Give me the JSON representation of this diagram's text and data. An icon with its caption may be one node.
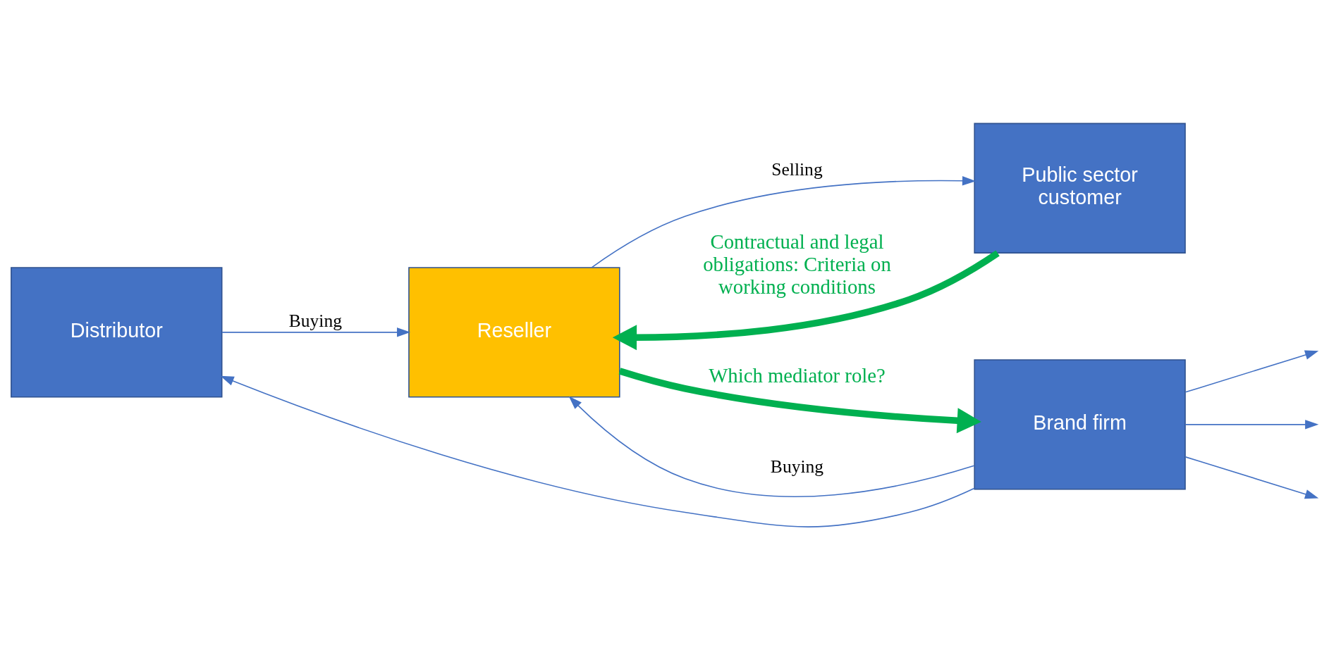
{
  "diagram": {
    "nodes": [
      {
        "text": [
          "Distributor"
        ]
      },
      {
        "text": [
          "Reseller"
        ]
      },
      {
        "text": [
          "Public sector customer"
        ]
      },
      {
        "text": [
          "Brand firm"
        ]
      }
    ],
    "edges": [
      {
        "from": 0,
        "to": 1,
        "arrow": "to",
        "label": "Buying"
      },
      {
        "from": 3,
        "to": 1,
        "arrow": "to",
        "label": "Buying"
      },
      {
        "from": 1,
        "to": 2,
        "arrow": "to",
        "label": "Selling"
      },
      {
        "from": 3,
        "to": 0,
        "arrow": "to"
      },
      {
        "from": 1,
        "to": 3,
        "arrow": "to",
        "label": "Which mediator role?",
        "style": "thick",
        "color": "#00b050"
      },
      {
        "from": 2,
        "to": 1,
        "arrow": "to",
        "label": "Contractual and legal obligations: Criteria on working conditions",
        "style": "thick",
        "color": "#00b050"
      },
      {
        "from": 3,
        "to": null,
        "arrow": "to"
      },
      {
        "from": 3,
        "to": null,
        "arrow": "to"
      },
      {
        "from": 3,
        "to": null,
        "arrow": "to"
      }
    ]
  }
}
